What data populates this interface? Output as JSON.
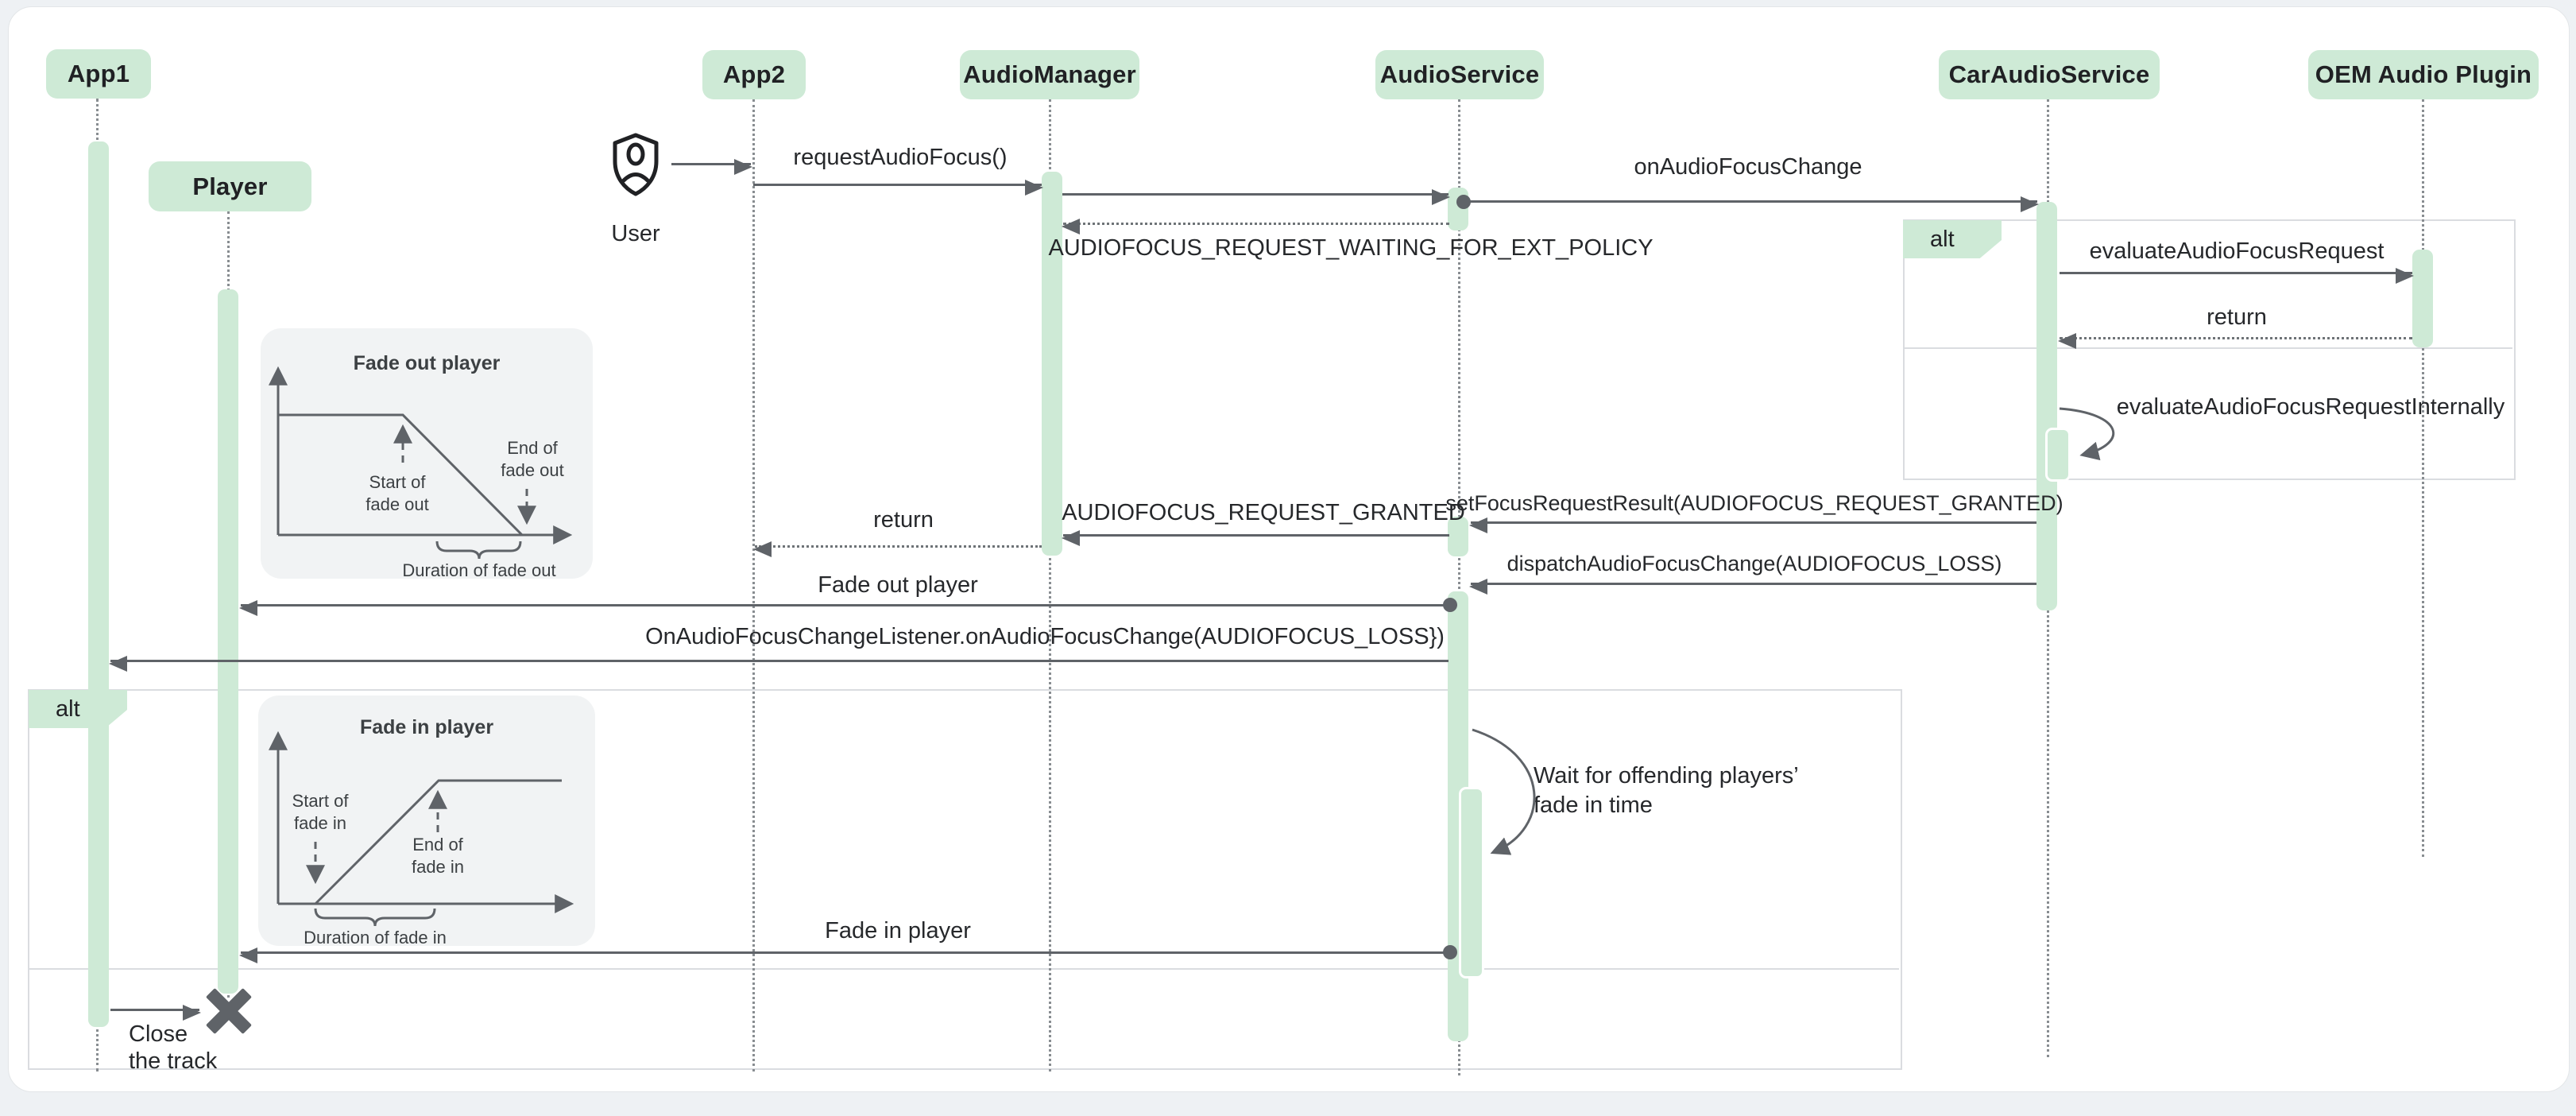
{
  "participants": {
    "app1": {
      "label": "App1"
    },
    "player": {
      "label": "Player"
    },
    "app2": {
      "label": "App2"
    },
    "audio_manager": {
      "label": "AudioManager"
    },
    "audio_service": {
      "label": "AudioService"
    },
    "car_audio_service": {
      "label": "CarAudioService"
    },
    "oem_audio_plugin": {
      "label": "OEM Audio Plugin"
    }
  },
  "actor": {
    "label": "User",
    "icon": "user-shield-icon"
  },
  "fragments": {
    "alt_top": {
      "label": "alt"
    },
    "alt_bottom": {
      "label": "alt"
    }
  },
  "messages": {
    "request_audio_focus": {
      "label": "requestAudioFocus()"
    },
    "on_audio_focus_change": {
      "label": "onAudioFocusChange"
    },
    "waiting_ext_policy": {
      "label": "AUDIOFOCUS_REQUEST_WAITING_FOR_EXT_POLICY"
    },
    "evaluate_audio_focus_request": {
      "label": "evaluateAudioFocusRequest"
    },
    "evaluate_return": {
      "label": "return"
    },
    "evaluate_internally": {
      "label": "evaluateAudioFocusRequestInternally"
    },
    "set_focus_request_result": {
      "label": "setFocusRequestResult(AUDIOFOCUS_REQUEST_GRANTED)"
    },
    "request_granted": {
      "label": "AUDIOFOCUS_REQUEST_GRANTED"
    },
    "manager_return": {
      "label": "return"
    },
    "dispatch_focus_change": {
      "label": "dispatchAudioFocusChange(AUDIOFOCUS_LOSS)"
    },
    "fade_out_player": {
      "label": "Fade out player"
    },
    "focus_change_listener": {
      "label": "OnAudioFocusChangeListener.onAudioFocusChange(AUDIOFOCUS_LOSS})"
    },
    "wait_note": {
      "line1": "Wait for offending players’",
      "line2": "fade in time"
    },
    "fade_in_player": {
      "label": "Fade in player"
    },
    "close_track": {
      "line1": "Close",
      "line2": "the track"
    }
  },
  "insets": {
    "fade_out": {
      "title": "Fade out player",
      "start_label_1": "Start of",
      "start_label_2": "fade out",
      "end_label_1": "End of",
      "end_label_2": "fade out",
      "duration_label": "Duration of fade out"
    },
    "fade_in": {
      "title": "Fade in player",
      "start_label_1": "Start of",
      "start_label_2": "fade in",
      "end_label_1": "End of",
      "end_label_2": "fade in",
      "duration_label": "Duration of fade in"
    }
  },
  "colors": {
    "participant_green": "#ceead6",
    "arrow_gray": "#5f6368",
    "fragment_border": "#dadce0",
    "inset_bg": "#f1f3f4",
    "card_bg": "#ffffff",
    "page_bg": "#eef1f4",
    "text": "#202124"
  }
}
